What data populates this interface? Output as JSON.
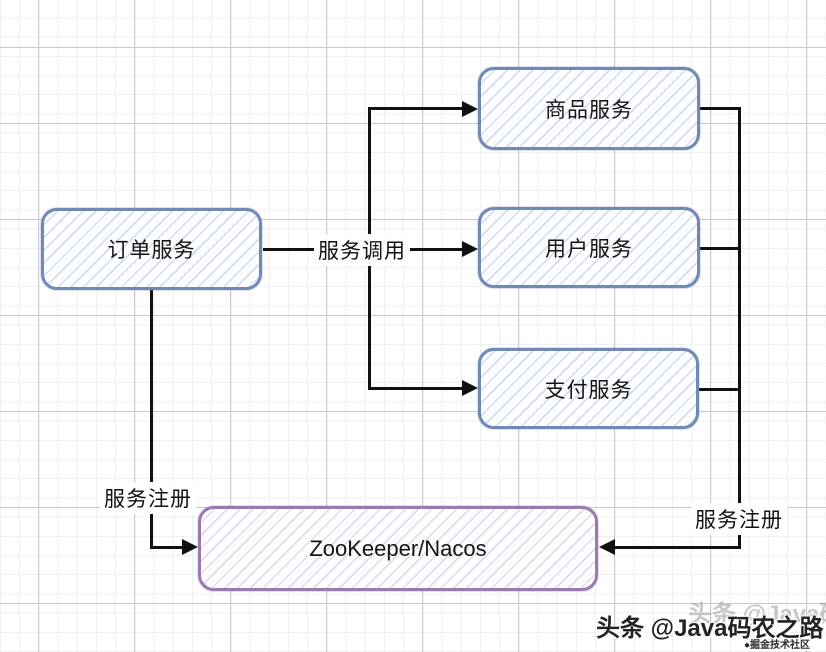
{
  "diagram": {
    "nodes": {
      "order": {
        "label": "订单服务"
      },
      "product": {
        "label": "商品服务"
      },
      "user": {
        "label": "用户服务"
      },
      "payment": {
        "label": "支付服务"
      },
      "registry": {
        "label": "ZooKeeper/Nacos"
      }
    },
    "edge_labels": {
      "service_call": "服务调用",
      "service_register_left": "服务注册",
      "service_register_right": "服务注册"
    },
    "colors": {
      "service_node_border": "#7289b6",
      "service_node_hatch": "#ccd9ee",
      "registry_node_border": "#9a7bad",
      "registry_node_hatch": "#ddd2e6",
      "connector_line": "#111111",
      "grid_major": "#c6c9cd",
      "grid_minor": "#eef0f2"
    }
  },
  "watermark": {
    "main": "头条 @Java码农之路",
    "sub": "●掘金技术社区"
  }
}
